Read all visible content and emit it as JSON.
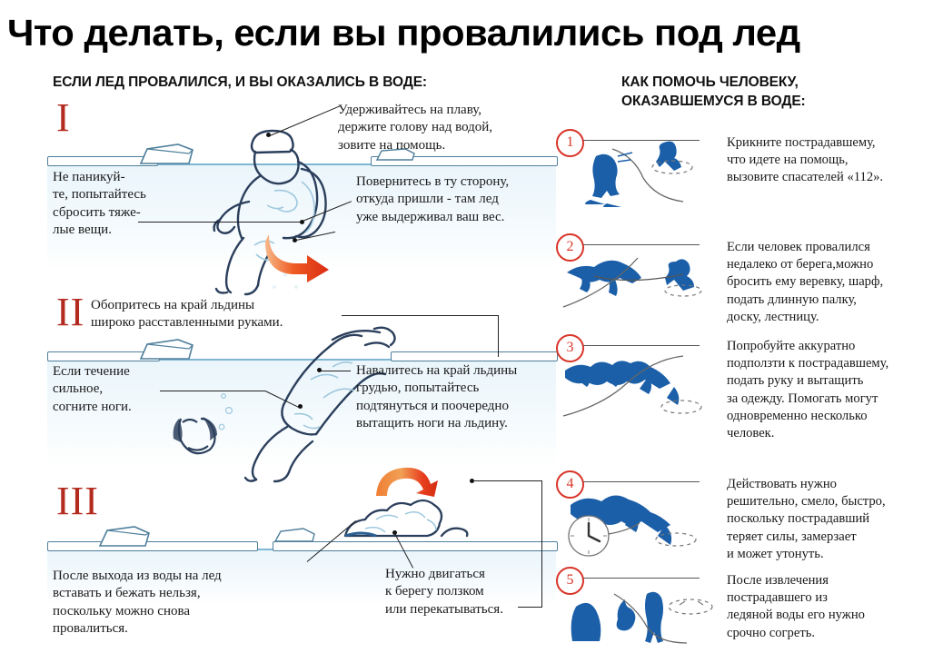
{
  "title": "Что делать, если вы провалились под лед",
  "colors": {
    "title_text": "#000000",
    "roman_numeral": "#b32a1e",
    "bullet_circle": "#d8362a",
    "figure_blue": "#1b5fa8",
    "arrow_red": "#e8401f",
    "arrow_orange": "#f4903a",
    "waterline": "#7fb6d4",
    "water_fill": "#eaf5fb",
    "body_text": "#1a1a1a"
  },
  "left_column": {
    "heading": "ЕСЛИ ЛЕД ПРОВАЛИЛСЯ, И ВЫ ОКАЗАЛИСЬ В ВОДЕ:",
    "sections": [
      {
        "numeral": "I",
        "notes": [
          "Не паникуй-\nте, попытайтесь\nсбросить тяже-\nлые вещи.",
          "Удерживайтесь на плаву,\nдержите голову над водой,\nзовите на помощь.",
          "Повернитесь в ту сторону,\nоткуда пришли - там лед\nуже выдерживал ваш вес."
        ]
      },
      {
        "numeral": "II",
        "notes": [
          "Обопритесь на край льдины\nшироко расставленными руками.",
          "Если течение\nсильное,\nсогните ноги.",
          "Навалитесь на край льдины\nгрудью, попытайтесь\nподтянуться и поочередно\nвытащить ноги на льдину."
        ]
      },
      {
        "numeral": "III",
        "notes": [
          "После выхода из воды на лед\nвставать и бежать нельзя,\nпоскольку можно снова\nпровалиться.",
          "Нужно двигаться\nк берегу ползком\nили перекатываться."
        ]
      }
    ]
  },
  "right_column": {
    "heading": "КАК ПОМОЧЬ ЧЕЛОВЕКУ,\nОКАЗАВШЕМУСЯ В ВОДЕ:",
    "steps": [
      {
        "number": "1",
        "text": "Крикните пострадавшему,\nчто идете на помощь,\nвызовите спасателей «112»."
      },
      {
        "number": "2",
        "text": "Если человек провалился\nнедалеко от берега,можно\nбросить ему веревку, шарф,\nподать длинную палку,\nдоску, лестницу."
      },
      {
        "number": "3",
        "text": "Попробуйте аккуратно\nподползти к пострадавшему,\nподать руку и вытащить\nза одежду. Помогать могут\nодновременно несколько\nчеловек."
      },
      {
        "number": "4",
        "text": "Действовать нужно\nрешительно, смело, быстро,\nпоскольку пострадавший\nтеряет силы, замерзает\nи может утонуть."
      },
      {
        "number": "5",
        "text": "После извлечения\nпострадавшего из\nледяной воды его нужно\nсрочно согреть."
      }
    ]
  },
  "icons": {
    "person_in_water": "person-in-water-icon",
    "person_on_ice": "person-crawling-icon",
    "rotate_arrow": "curved-arrow-icon",
    "roll_arrow": "arc-arrow-icon",
    "clock": "clock-icon",
    "fire": "campfire-icon",
    "ice_edge": "ice-slab-icon",
    "rope": "rope-line-icon"
  }
}
